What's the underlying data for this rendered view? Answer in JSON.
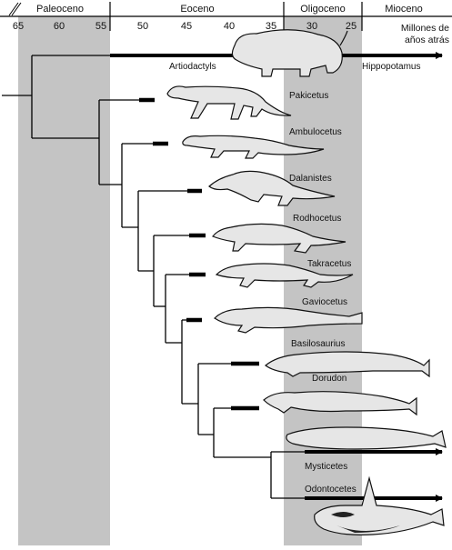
{
  "colors": {
    "background": "#ffffff",
    "shaded_band": "#c4c4c4",
    "line": "#000000",
    "animal_fill": "#e6e6e6"
  },
  "epochs": [
    {
      "name": "Paleoceno",
      "shaded": true
    },
    {
      "name": "Eoceno",
      "shaded": false
    },
    {
      "name": "Oligoceno",
      "shaded": true
    },
    {
      "name": "Mioceno",
      "shaded": false
    }
  ],
  "axis": {
    "ticks": [
      "65",
      "60",
      "55",
      "50",
      "45",
      "40",
      "35",
      "30",
      "25"
    ],
    "unit_line1": "Millones de",
    "unit_line2": "años atrás"
  },
  "taxa": {
    "artiodactyls": "Artiodactyls",
    "hippopotamus": "Hippopotamus",
    "pakicetus": "Pakicetus",
    "ambulocetus": "Ambulocetus",
    "dalanistes": "Dalanistes",
    "rodhocetus": "Rodhocetus",
    "takracetus": "Takracetus",
    "gaviocetus": "Gaviocetus",
    "basilosaurius": "Basilosaurius",
    "dorudon": "Dorudon",
    "mysticetes": "Mysticetes",
    "odontocetes": "Odontocetes"
  }
}
